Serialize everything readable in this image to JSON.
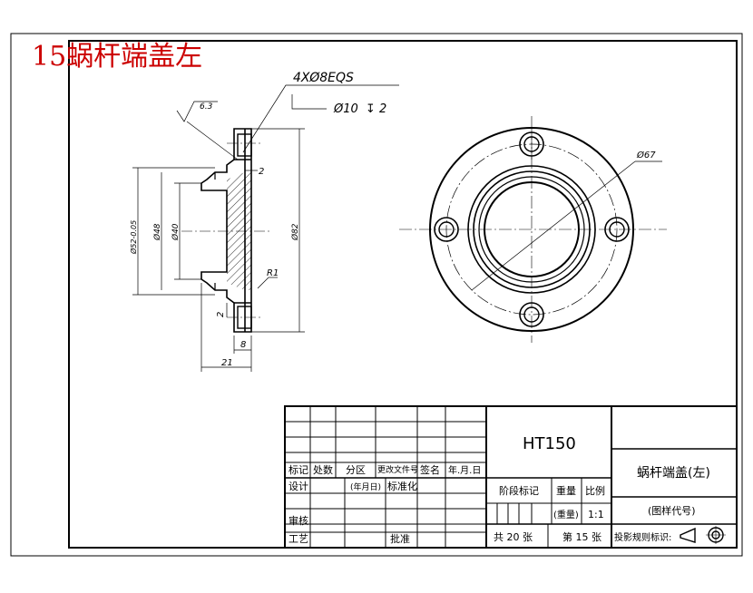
{
  "drawing_title": "15蜗杆端盖左",
  "annotations": {
    "hole_callout_main": "4XØ8EQS",
    "hole_callout_sub": "Ø10",
    "hole_callout_depth": "2",
    "surface_roughness": "6.3",
    "pcd_diameter": "Ø67",
    "dim_52": "Ø52-0.05",
    "dim_48": "Ø48",
    "dim_40": "Ø40",
    "dim_82": "Ø82",
    "dim_2_top": "2",
    "dim_2_side": "2",
    "dim_radius": "R1",
    "dim_8": "8",
    "dim_21": "21"
  },
  "title_block": {
    "material": "HT150",
    "part_name": "蜗杆端盖(左)",
    "drawing_code": "(图样代号)",
    "row_labels": [
      "标记",
      "处数",
      "分区",
      "更改文件号",
      "签名",
      "年.月.日"
    ],
    "design_label": "设计",
    "date_label": "(年月日)",
    "standardize_label": "标准化",
    "review_label": "审核",
    "process_label": "工艺",
    "approve_label": "批准",
    "stage_label": "阶段标记",
    "weight_label": "重量",
    "scale_label": "比例",
    "weight_value": "(重量)",
    "scale_value": "1:1",
    "total_sheets": "共 20 张",
    "sheet_no": "第 15 张",
    "projection_label": "投影规则标识:"
  },
  "colors": {
    "title_red": "#cc0000",
    "line": "#000000"
  }
}
